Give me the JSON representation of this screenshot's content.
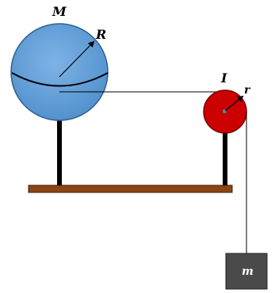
{
  "labels": {
    "sphere_mass": "M",
    "sphere_radius": "R",
    "pulley_inertia": "I",
    "pulley_radius": "r",
    "hanging_mass": "m"
  },
  "colors": {
    "sphere_fill": "#5b9bd5",
    "sphere_stroke": "#2f5f8f",
    "pulley_fill": "#cc0000",
    "pulley_stroke": "#7a0000",
    "axle": "#8a7f8a",
    "table": "#8b4513",
    "table_stroke": "#3a1f08",
    "block": "#4a4a4a",
    "support": "#000000",
    "string": "#000000"
  }
}
